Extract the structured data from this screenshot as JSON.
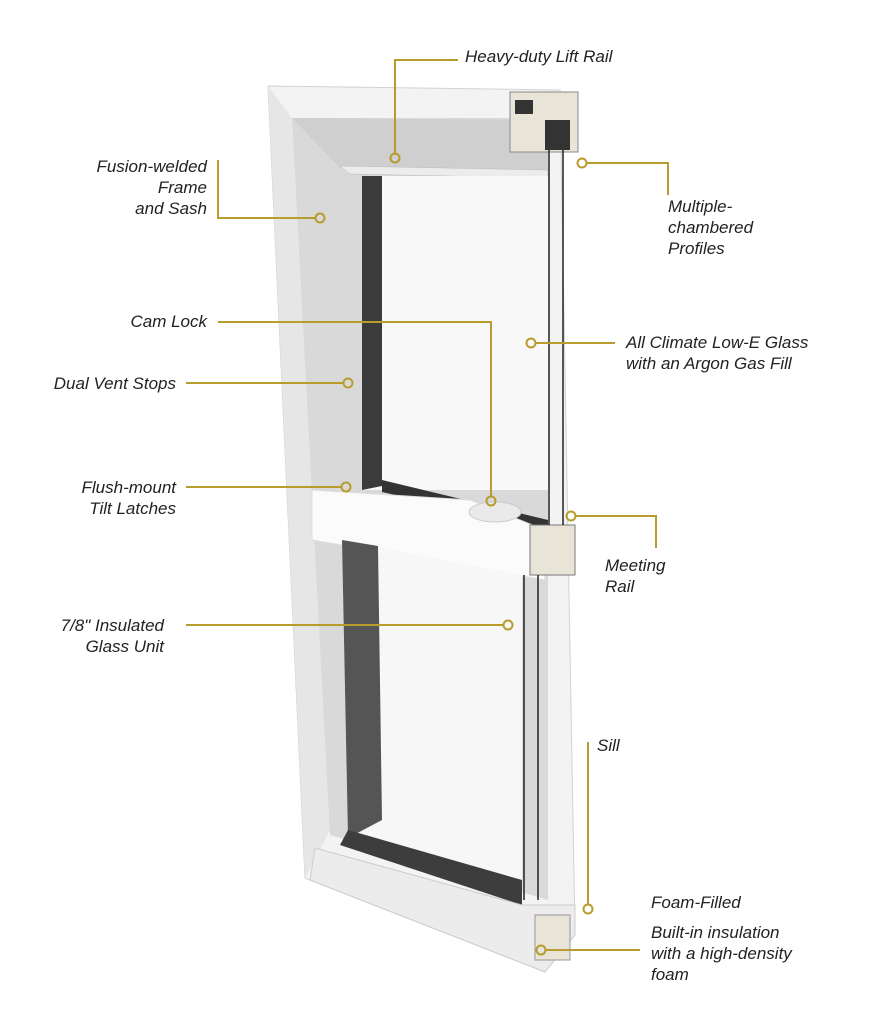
{
  "accent_color": "#b89c2e",
  "callouts": {
    "lift_rail": "Heavy-duty Lift Rail",
    "fusion": [
      "Fusion-welded",
      "Frame",
      "and Sash"
    ],
    "profiles": [
      "Multiple-",
      "chambered",
      "Profiles"
    ],
    "cam_lock": "Cam Lock",
    "glass": [
      "All Climate Low-E Glass",
      "with an Argon Gas Fill"
    ],
    "vent_stops": "Dual Vent Stops",
    "tilt_latches": [
      "Flush-mount",
      "Tilt Latches"
    ],
    "meeting_rail": [
      "Meeting",
      "Rail"
    ],
    "igu": [
      "7/8\" Insulated",
      "Glass Unit"
    ],
    "sill": "Sill",
    "foam_title": "Foam-Filled",
    "foam_desc": [
      "Built-in insulation",
      "with a high-density",
      "foam"
    ]
  }
}
